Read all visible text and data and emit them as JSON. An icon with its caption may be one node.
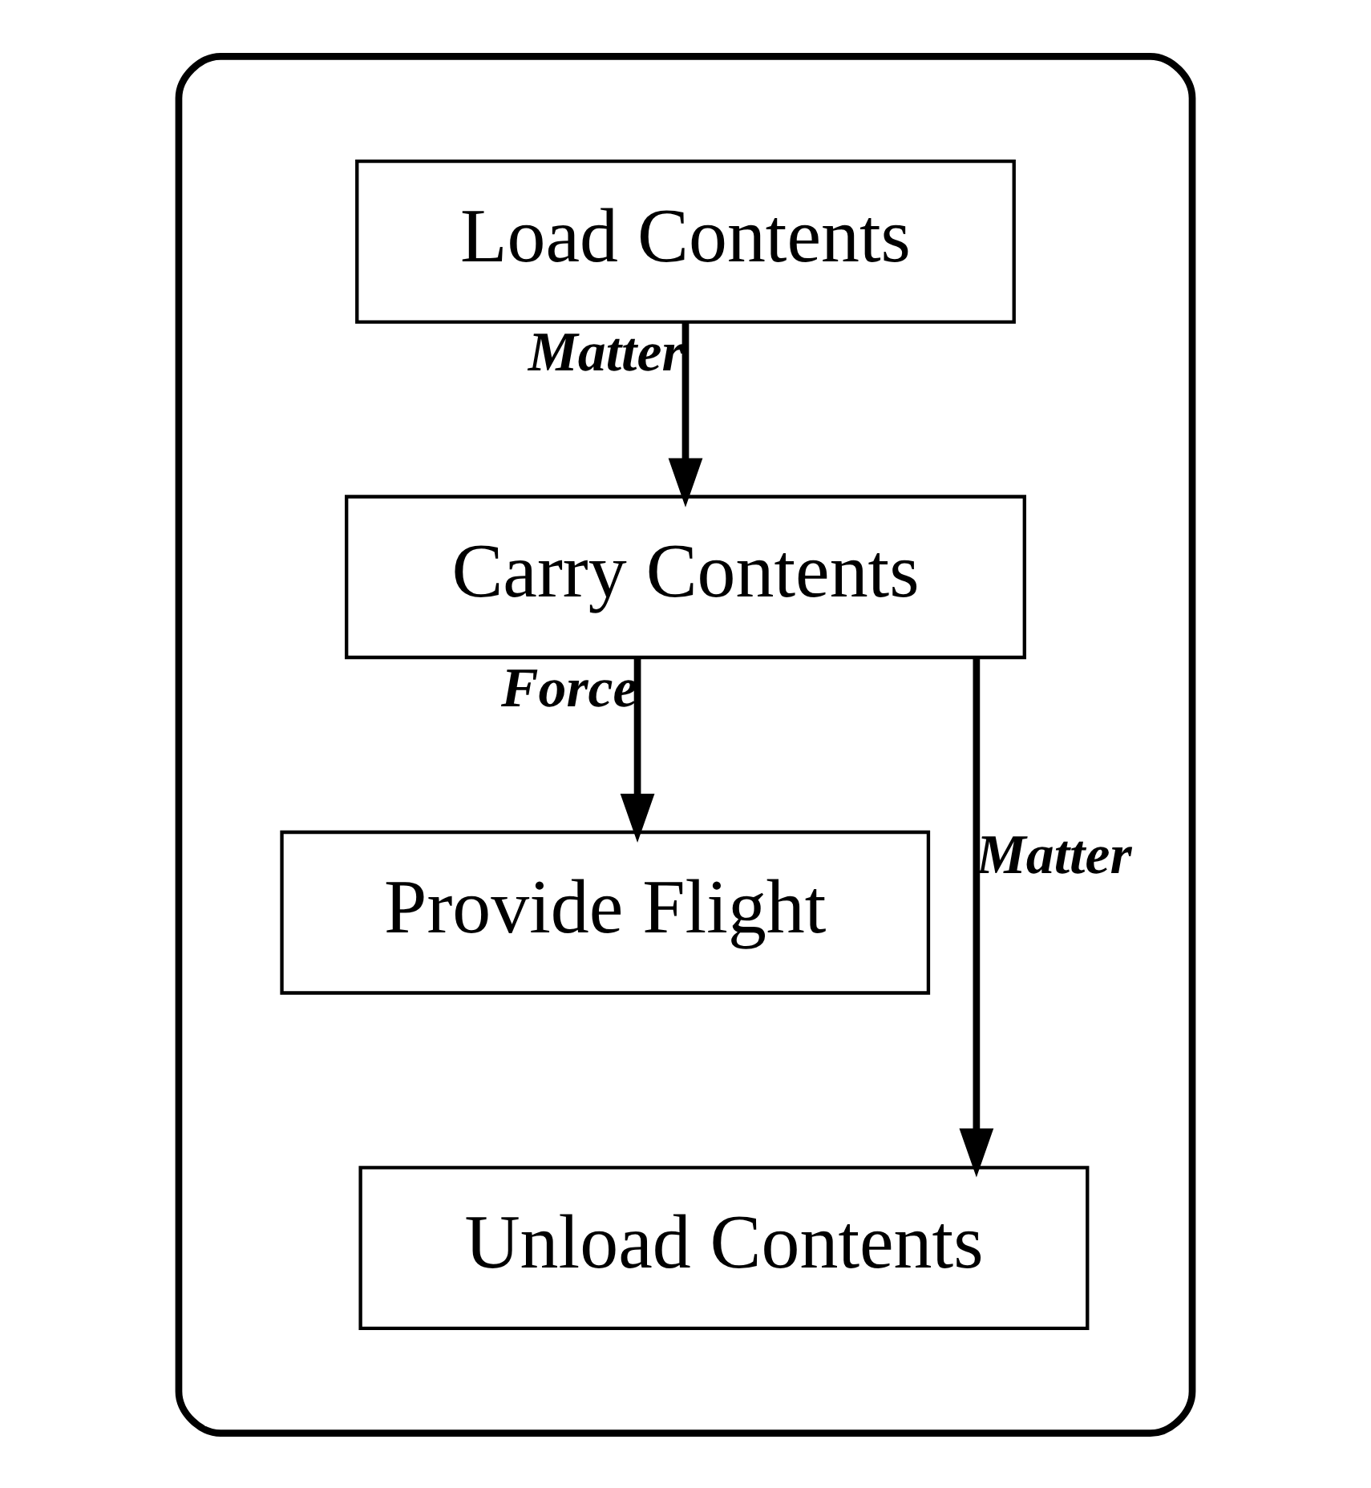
{
  "diagram": {
    "nodes": [
      {
        "text": [],
        "shape": "box"
      },
      {
        "text": [
          "Load Contents"
        ],
        "in": 0
      },
      {
        "text": [
          "Carry Contents"
        ],
        "in": 0
      },
      {
        "text": [
          "Provide Flight"
        ],
        "in": 0
      },
      {
        "text": [
          "Unload Contents"
        ],
        "in": 0
      }
    ],
    "edges": [
      {
        "from": 1,
        "to": 2,
        "arrow": "to",
        "label": "Matter"
      },
      {
        "from": 2,
        "to": 3,
        "arrow": "to",
        "label": "Force"
      },
      {
        "from": 2,
        "to": 4,
        "arrow": "to",
        "label": "Matter"
      }
    ]
  }
}
